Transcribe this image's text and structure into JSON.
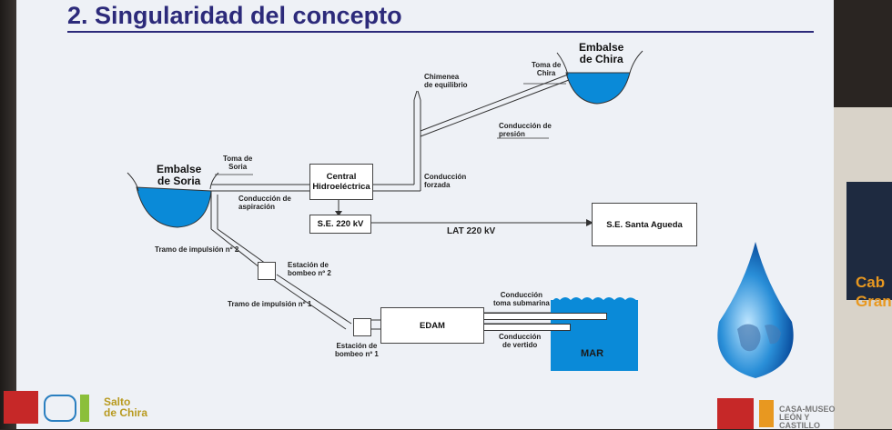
{
  "slide": {
    "title": "2. Singularidad del concepto"
  },
  "diagram": {
    "embalse_chira": "Embalse\nde Chira",
    "toma_chira": "Toma de\nChira",
    "chimenea": "Chimenea\nde equilibrio",
    "conduccion_presion": "Conducción de\npresión",
    "embalse_soria": "Embalse\nde Soria",
    "toma_soria": "Toma de\nSoria",
    "central": "Central\nHidroeléctrica",
    "conduccion_forzada": "Conducción\nforzada",
    "conduccion_aspiracion": "Conducción de\naspiración",
    "se_220": "S.E. 220 kV",
    "lat_220": "LAT 220 kV",
    "se_santa_agueda": "S.E. Santa Agueda",
    "tramo_2": "Tramo de impulsión nº 2",
    "estacion_2": "Estación de\nbombeo nº 2",
    "tramo_1": "Tramo de impulsión nº 1",
    "estacion_1": "Estación de\nbombeo nº 1",
    "edam": "EDAM",
    "toma_submarina": "Conducción\ntoma submarina",
    "conduccion_vertido": "Conducción\nde vertido",
    "mar": "MAR"
  },
  "footer": {
    "salto_chira": "Salto\nde Chira",
    "casa_museo": "CASA-MUSEO\nLEÓN Y\nCASTILLO"
  },
  "side_banner": {
    "text": "Cab\nGran"
  },
  "colors": {
    "title": "#2c2a7a",
    "water": "#0a8ad8",
    "accent_orange": "#e89820"
  }
}
